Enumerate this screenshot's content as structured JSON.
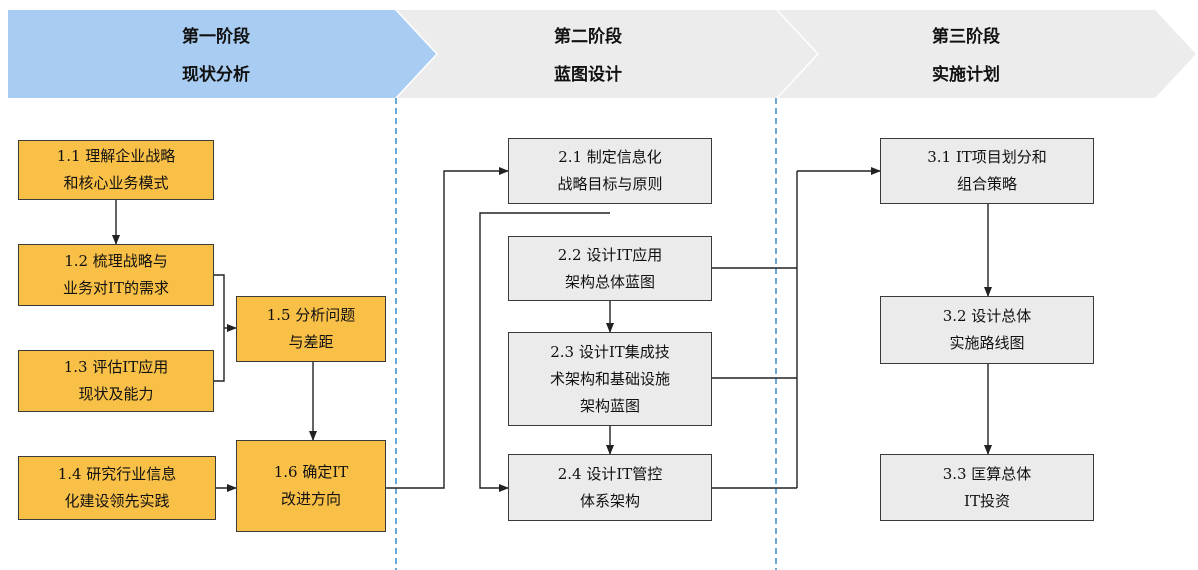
{
  "phases": [
    {
      "name": "第一阶段",
      "subtitle": "现状分析",
      "color": "#a9cdf2"
    },
    {
      "name": "第二阶段",
      "subtitle": "蓝图设计",
      "color": "#ececec"
    },
    {
      "name": "第三阶段",
      "subtitle": "实施计划",
      "color": "#ececec"
    }
  ],
  "box_colors": {
    "phase1": "#f9c048",
    "phase2": "#ebebeb",
    "phase3": "#ebebeb"
  },
  "divider_color": "#2a84c8",
  "steps": {
    "s1_1": [
      "1.1 理解企业战略",
      "和核心业务模式"
    ],
    "s1_2": [
      "1.2 梳理战略与",
      "业务对IT的需求"
    ],
    "s1_3": [
      "1.3 评估IT应用",
      "现状及能力"
    ],
    "s1_4": [
      "1.4 研究行业信息",
      "化建设领先实践"
    ],
    "s1_5": [
      "1.5 分析问题",
      "与差距"
    ],
    "s1_6": [
      "1.6 确定IT",
      "改进方向"
    ],
    "s2_1": [
      "2.1 制定信息化",
      "战略目标与原则"
    ],
    "s2_2": [
      "2.2 设计IT应用",
      "架构总体蓝图"
    ],
    "s2_3": [
      "2.3 设计IT集成技",
      "术架构和基础设施",
      "架构蓝图"
    ],
    "s2_4": [
      "2.4 设计IT管控",
      "体系架构"
    ],
    "s3_1": [
      "3.1 IT项目划分和",
      "组合策略"
    ],
    "s3_2": [
      "3.2 设计总体",
      "实施路线图"
    ],
    "s3_3": [
      "3.3 匡算总体",
      "IT投资"
    ]
  }
}
